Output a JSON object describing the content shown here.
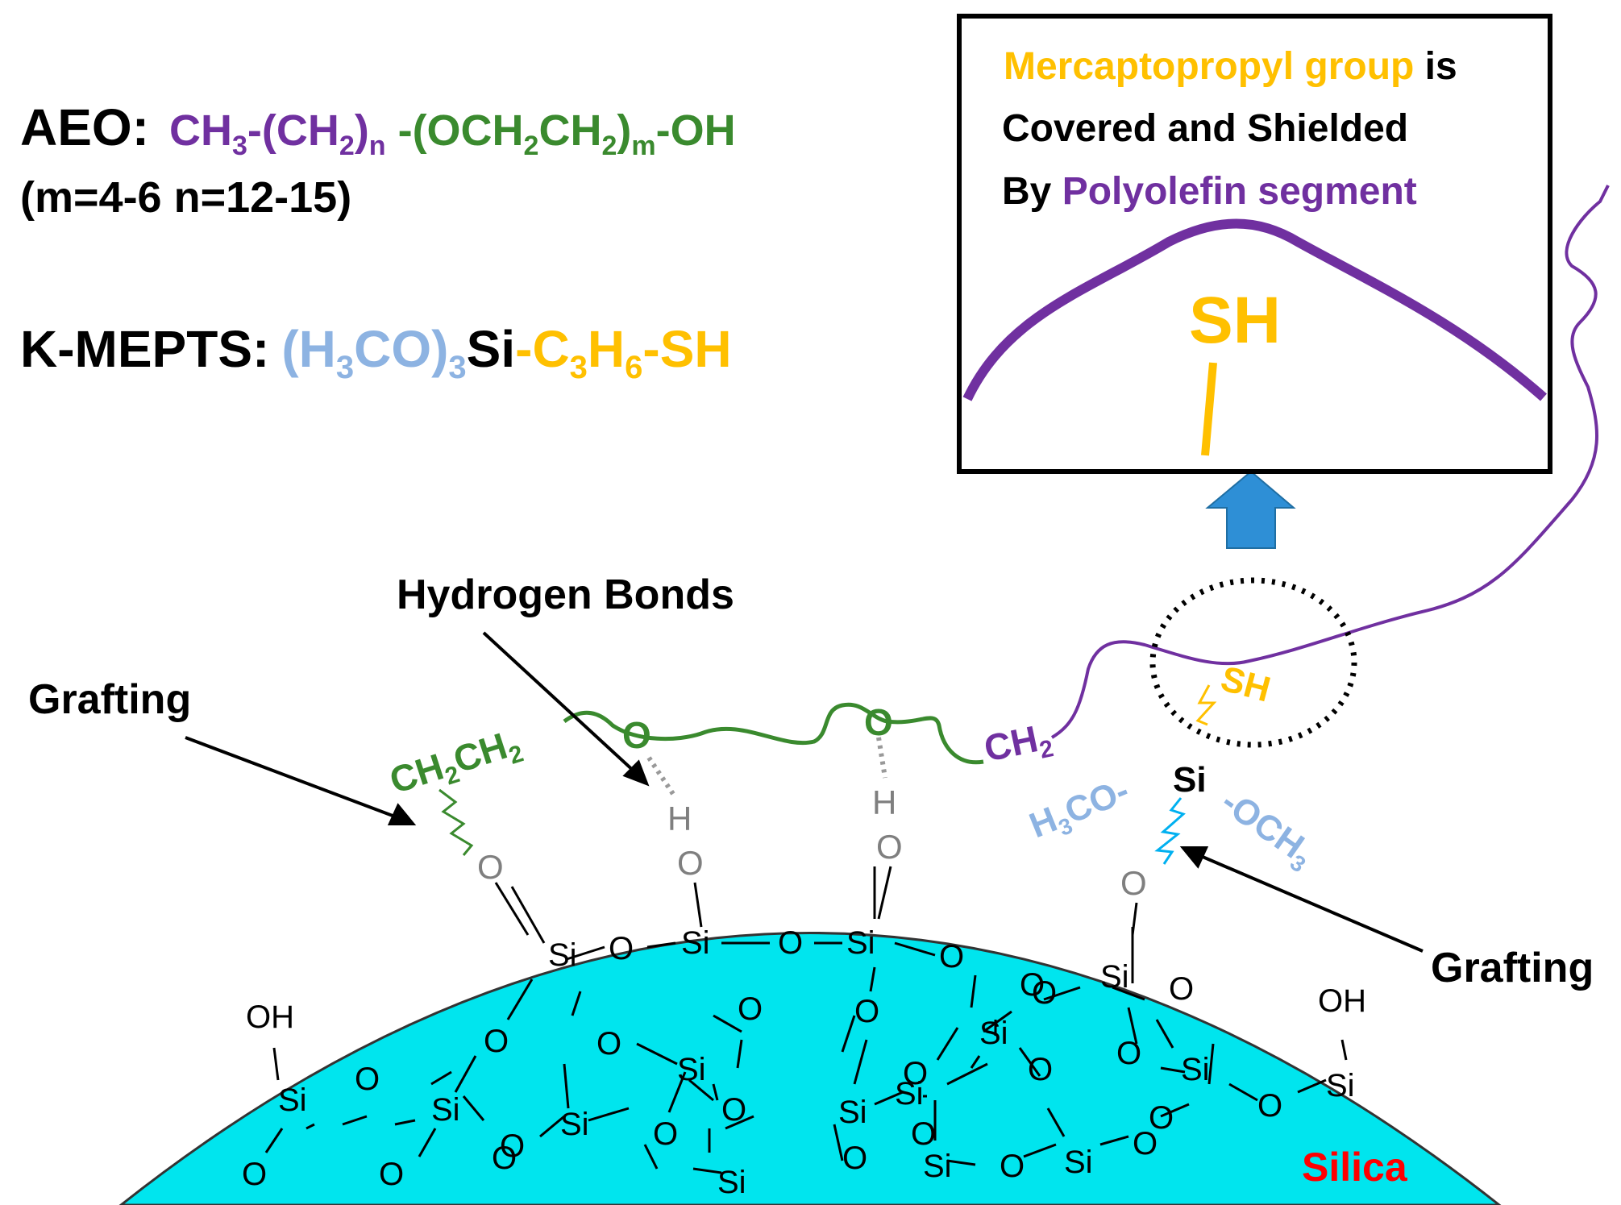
{
  "formulas": {
    "aeo": {
      "label": "AEO:",
      "p1": "CH",
      "p1_sub": "3",
      "p2": "-(CH",
      "p2_sub": "2",
      "p3": ")",
      "p3_sub": "n",
      "g1": " -(OCH",
      "g1_sub": "2",
      "g2": "CH",
      "g2_sub": "2",
      "g3": ")",
      "g3_sub": "m",
      "g4": "-OH",
      "condition": "(m=4-6 n=12-15)"
    },
    "kmepts": {
      "label": "K-MEPTS:",
      "b1": "(H",
      "b1_sub": "3",
      "b2": "CO)",
      "b2_sub": "3",
      "si": "Si",
      "o1": "-C",
      "o1_sub": "3",
      "o2": "H",
      "o2_sub": "6",
      "o3": "-SH"
    }
  },
  "inset": {
    "line1_highlight": "Mercaptopropyl group",
    "line1_rest": " is",
    "line2": "Covered and Shielded",
    "line3_prefix": "By ",
    "line3_highlight": "Polyolefin segment",
    "sh": "SH"
  },
  "labels": {
    "hydrogen_bonds": "Hydrogen Bonds",
    "grafting_left": "Grafting",
    "grafting_right": "Grafting",
    "silica": "Silica"
  },
  "chain": {
    "ch2ch2_a": "CH",
    "ch2ch2_a_sub": "2",
    "ch2ch2_b": "CH",
    "ch2ch2_b_sub": "2",
    "ch2": "CH",
    "ch2_sub": "2",
    "o": "O",
    "sh": "SH",
    "si": "Si",
    "h3co_a": "H",
    "h3co_sub": "3",
    "h3co_b": "CO-",
    "och3_a": "-OCH",
    "och3_sub": "3",
    "h": "H"
  },
  "network": {
    "si": "Si",
    "o": "O",
    "oh": "OH"
  },
  "colors": {
    "purple": "#7030a0",
    "green": "#3a8a2e",
    "light_blue": "#8db3e2",
    "gold": "#ffc000",
    "gray": "#7f7f7f",
    "silica_fill": "#00e5ee",
    "arrow_blue": "#2e8fd6",
    "silica_label": "#ff0000"
  }
}
